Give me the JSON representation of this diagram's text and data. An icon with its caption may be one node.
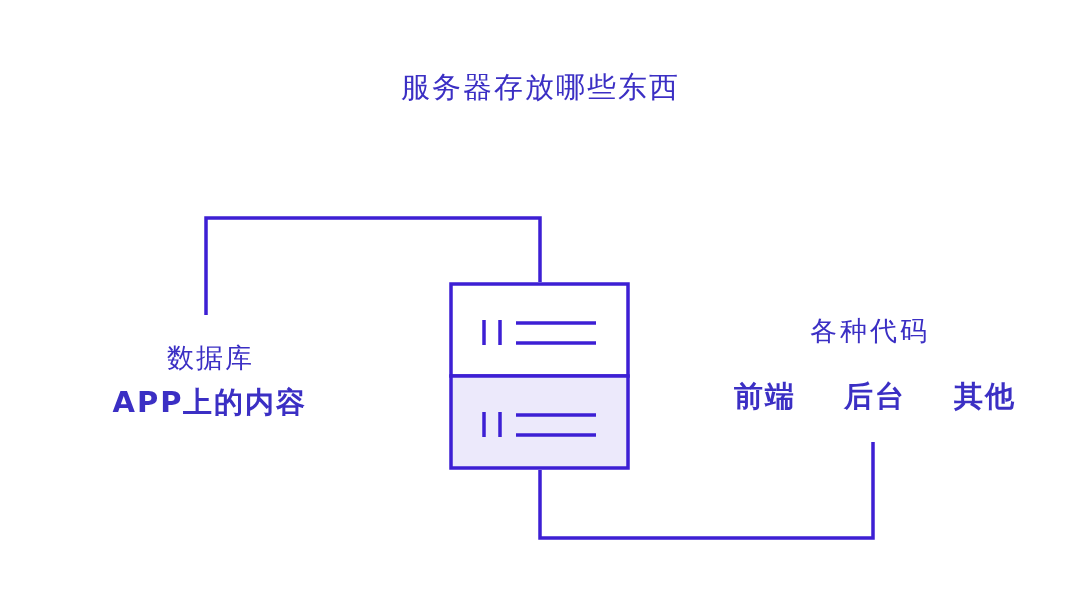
{
  "diagram": {
    "title": "服务器存放哪些东西",
    "nodes": [
      {
        "text": [],
        "shape": "picture"
      },
      {
        "text": [
          "数据库",
          "APP上的内容"
        ]
      },
      {
        "text": [
          "各种代码",
          "前端",
          "后台",
          "其他"
        ]
      }
    ],
    "edges": [
      {
        "from": 1,
        "to": 0,
        "arrow": "none"
      },
      {
        "from": 0,
        "to": 2,
        "arrow": "none"
      }
    ]
  }
}
